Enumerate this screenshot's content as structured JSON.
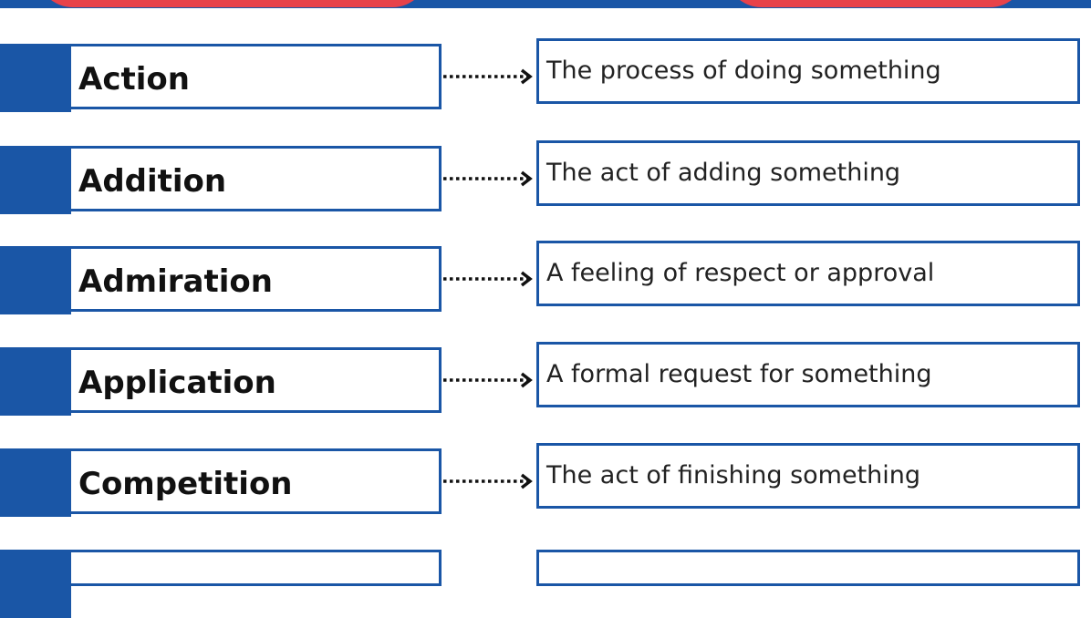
{
  "colors": {
    "accent": "#1a56a6",
    "top_accent": "#e8424a",
    "text": "#111111"
  },
  "rows": [
    {
      "term": "Action",
      "definition": "The process of doing something"
    },
    {
      "term": "Addition",
      "definition": "The act of adding something"
    },
    {
      "term": "Admiration",
      "definition": "A feeling of respect or approval"
    },
    {
      "term": "Application",
      "definition": "A formal request for something"
    },
    {
      "term": "Competition",
      "definition": "The act of finishing something"
    }
  ]
}
